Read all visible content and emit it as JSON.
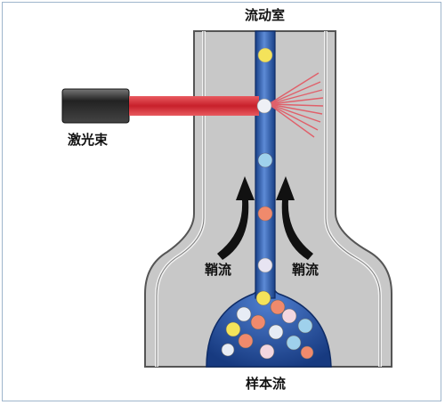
{
  "labels": {
    "flow_chamber": "流动室",
    "laser_beam": "激光束",
    "sheath_left": "鞘流",
    "sheath_right": "鞘流",
    "sample_flow": "样本流"
  },
  "colors": {
    "chamber_fill": "#c9c9c9",
    "chamber_outline": "#555555",
    "channel_blue": "#1f4f9e",
    "channel_highlight": "#6f9be0",
    "laser_red": "#d9343c",
    "scatter_red": "#e0606a",
    "arrow_black": "#111111",
    "particle_colors": [
      "#f4e35a",
      "#e7ecf5",
      "#f08a6c",
      "#9fd1ec",
      "#f3d7e0"
    ]
  },
  "icons": {
    "laser_device": "laser-emitter-icon",
    "arrows": "upward-arrow-icon"
  }
}
